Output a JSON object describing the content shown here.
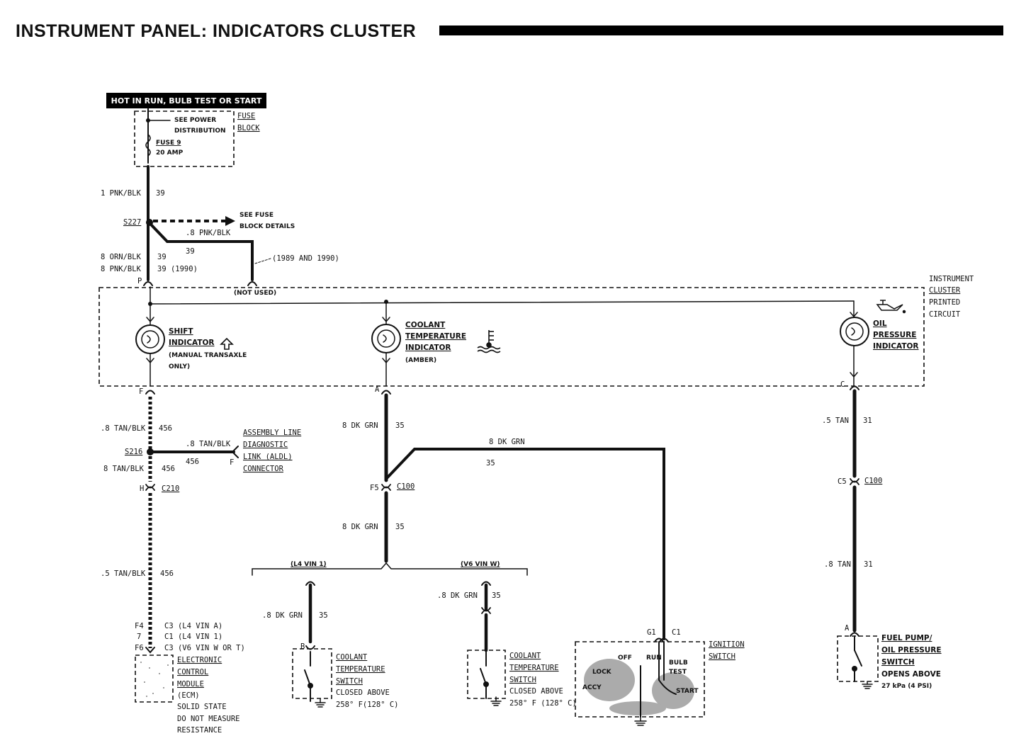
{
  "title": "INSTRUMENT PANEL: INDICATORS CLUSTER",
  "power": {
    "hot_label": "HOT IN RUN, BULB TEST OR START",
    "see_power": [
      "SEE POWER",
      "DISTRIBUTION"
    ],
    "fuse_name": "FUSE 9",
    "fuse_rating": "20 AMP",
    "fuse_block": [
      "FUSE",
      "BLOCK"
    ]
  },
  "wires": {
    "w1": "1 PNK/BLK",
    "w1_circuit": "39",
    "s227": "S227",
    "see_fuse": [
      "SEE FUSE",
      "BLOCK DETAILS"
    ],
    "pnk_blk_8": ".8 PNK/BLK",
    "c39": "39",
    "orn_blk": "8 ORN/BLK",
    "orn_39": "39",
    "pnk_blk2": "8 PNK/BLK",
    "pnk_39_1990": "39 (1990)",
    "years": "(1989 AND 1990)",
    "not_used": "(NOT USED)",
    "pin_p": "P",
    "pin_f": "F",
    "pin_a": "A",
    "pin_c": "C",
    "tan_blk_8": ".8 TAN/BLK",
    "c456": "456",
    "s216": "S216",
    "tan_blk_8b": ".8 TAN/BLK",
    "c456b": "456",
    "pin_f2": "F",
    "tan_blk_8c": "8 TAN/BLK",
    "c456c": "456",
    "pin_h": "H",
    "c210": "C210",
    "tan_blk_5": ".5 TAN/BLK",
    "c456d": "456",
    "dkgrn_1": "8 DK GRN",
    "c35_1": "35",
    "dkgrn_top": "8 DK GRN",
    "c35_top": "35",
    "pin_f5": "F5",
    "c100": "C100",
    "dkgrn_2": "8 DK GRN",
    "c35_2": "35",
    "l4": "(L4 VIN 1)",
    "v6": "(V6 VIN W)",
    "dkgrn_3": ".8 DK GRN",
    "c35_3": "35",
    "dkgrn_4": ".8 DK GRN",
    "c35_4": "35",
    "pin_b": "B",
    "tan_5": ".5 TAN",
    "c31_1": "31",
    "pin_c5": "C5",
    "c100b": "C100",
    "tan_8": ".8 TAN",
    "c31_2": "31",
    "pin_a2": "A",
    "pin_g1": "G1",
    "pin_c1": "C1"
  },
  "cluster": {
    "label": [
      "INSTRUMENT",
      "CLUSTER",
      "PRINTED",
      "CIRCUIT"
    ],
    "shift": [
      "SHIFT",
      "INDICATOR"
    ],
    "shift_note": [
      "(MANUAL TRANSAXLE",
      "ONLY)"
    ],
    "coolant": [
      "COOLANT",
      "TEMPERATURE",
      "INDICATOR"
    ],
    "coolant_note": "(AMBER)",
    "oil": [
      "OIL",
      "PRESSURE",
      "INDICATOR"
    ]
  },
  "aldl": [
    "ASSEMBLY LINE",
    "DIAGNOSTIC",
    "LINK (ALDL)",
    "CONNECTOR"
  ],
  "ecm": {
    "pins": [
      "F4",
      "7",
      "F6"
    ],
    "connectors": [
      "C3 (L4 VIN A)",
      "C1 (L4 VIN 1)",
      "C3 (V6 VIN W OR T)"
    ],
    "name": [
      "ELECTRONIC",
      "CONTROL",
      "MODULE"
    ],
    "abbr": "(ECM)",
    "note": [
      "SOLID STATE",
      "DO NOT MEASURE",
      "RESISTANCE"
    ]
  },
  "coolant_switch": {
    "name": [
      "COOLANT",
      "TEMPERATURE",
      "SWITCH"
    ],
    "note_l4": [
      "CLOSED ABOVE",
      "258° F(128° C)"
    ],
    "note_v6": [
      "CLOSED ABOVE",
      "258° F (128° C)"
    ]
  },
  "ignition": {
    "name": [
      "IGNITION",
      "SWITCH"
    ],
    "positions": [
      "OFF",
      "RUN",
      "BULB",
      "TEST",
      "LOCK",
      "ACCY",
      "START"
    ]
  },
  "fuel_pump": {
    "name": [
      "FUEL PUMP/",
      "OIL PRESSURE",
      "SWITCH"
    ],
    "note": [
      "OPENS ABOVE",
      "27 kPa (4 PSI)"
    ]
  }
}
